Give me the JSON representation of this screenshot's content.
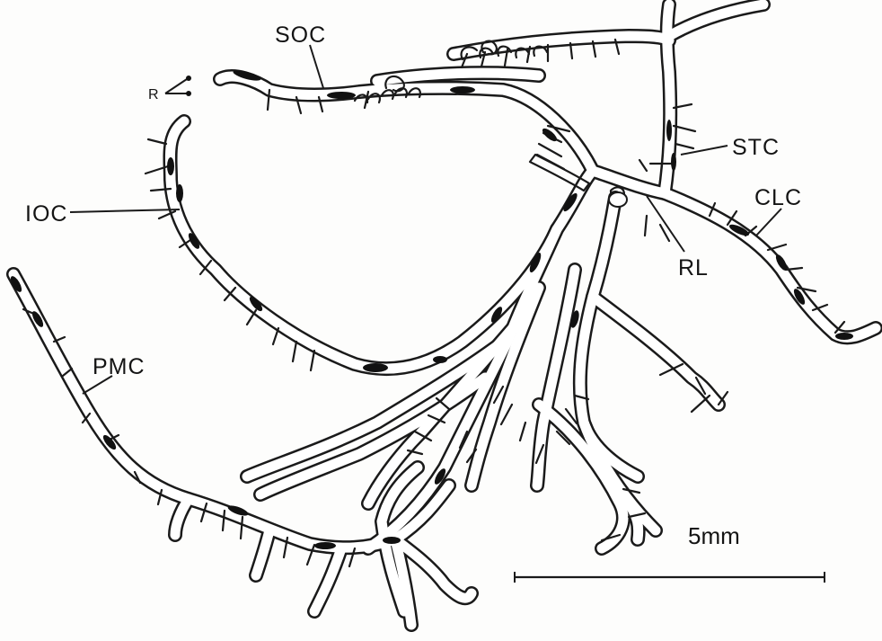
{
  "labels": {
    "soc": "SOC",
    "r": "R",
    "ioc": "IOC",
    "stc": "STC",
    "clc": "CLC",
    "rl": "RL",
    "pmc": "PMC"
  },
  "scale_bar": {
    "label": "5mm"
  },
  "colors": {
    "line": "#1a1a1a",
    "fill": "#111111",
    "background": "#fdfdfc"
  }
}
